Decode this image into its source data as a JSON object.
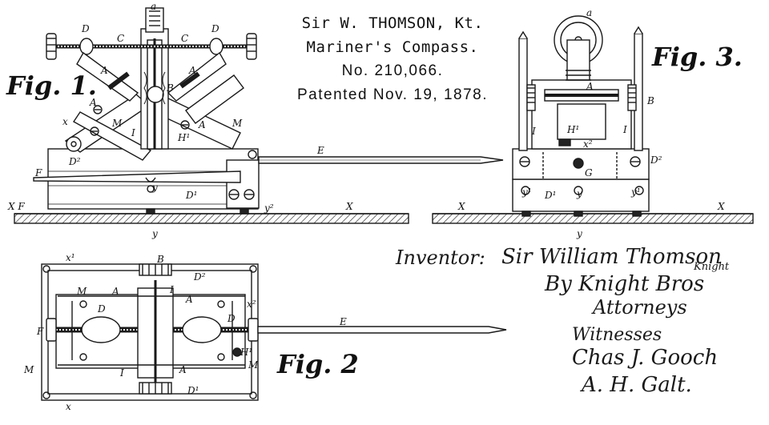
{
  "header": {
    "name": "Sir W. THOMSON, Kt.",
    "title": "Mariner's Compass.",
    "number": "No. 210,066.",
    "date": "Patented Nov. 19, 1878."
  },
  "figures": {
    "fig1": "Fig. 1.",
    "fig2": "Fig. 2",
    "fig3": "Fig. 3."
  },
  "signatures": {
    "inventor_label": "Inventor:",
    "inventor_name": "Sir William Thomson",
    "inventor_suffix": "Knight",
    "attorney_line": "By Knight Bros",
    "attorney_word": "Attorneys",
    "witnesses_label": "Witnesses",
    "witness_1": "Chas J. Gooch",
    "witness_2": "A. H. Galt."
  },
  "labels": {
    "a": "a",
    "D": "D",
    "C": "C",
    "A": "A",
    "B": "B",
    "M": "M",
    "I": "I",
    "H1": "H¹",
    "D1": "D¹",
    "D2": "D²",
    "E": "E",
    "F": "F",
    "G": "G",
    "X": "X",
    "y": "y",
    "y1": "y¹",
    "y2": "y²",
    "x": "x",
    "x1": "x¹",
    "x2": "x²",
    "XF": "X F"
  }
}
